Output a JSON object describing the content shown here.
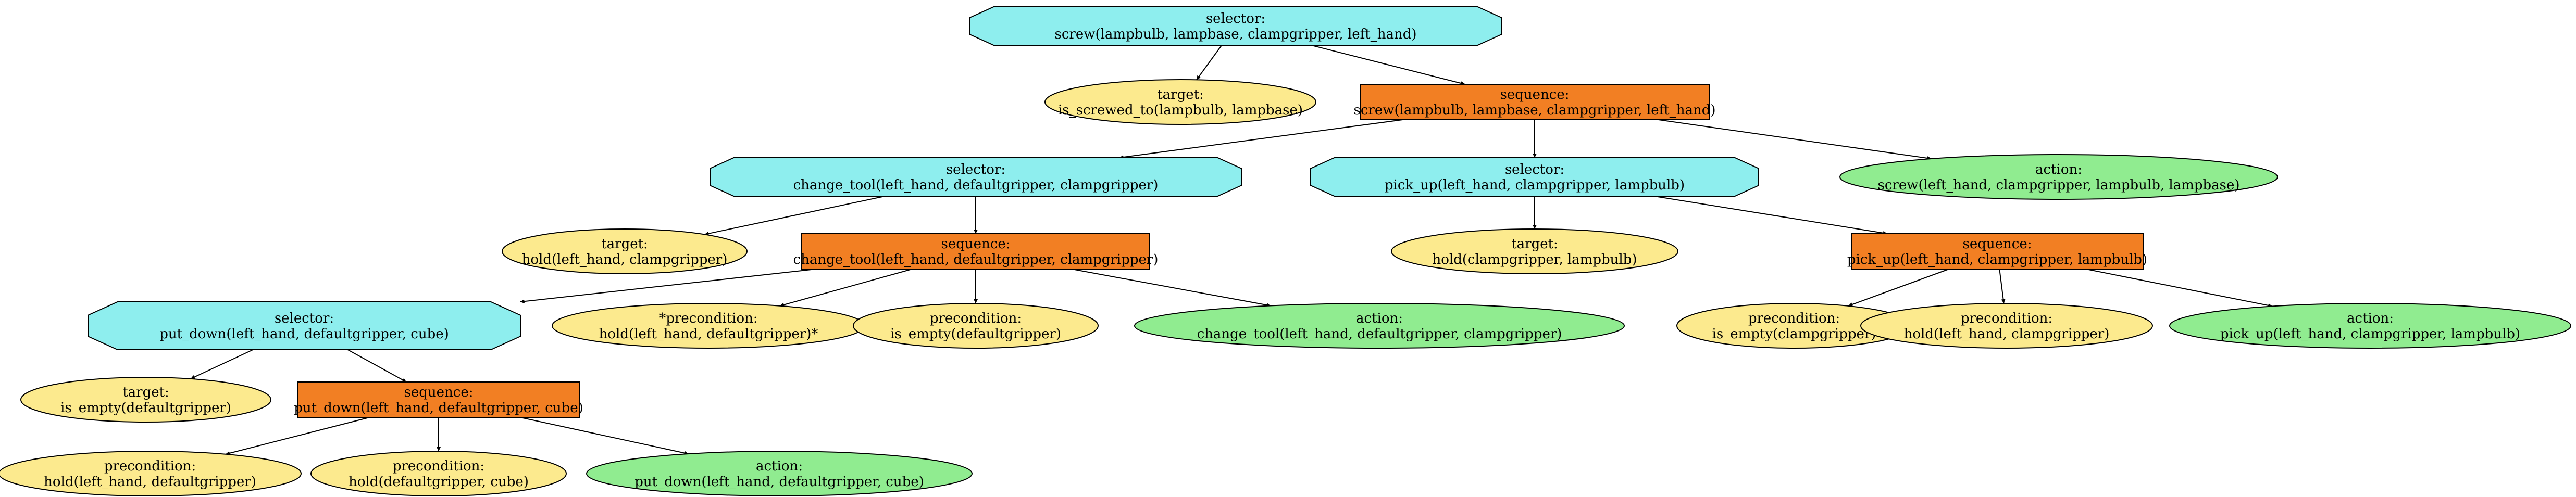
{
  "colors": {
    "selector": "#8eeeee",
    "sequence": "#f27f23",
    "condition": "#fcea8e",
    "action": "#90ec90"
  },
  "nodes": {
    "sel_root": {
      "kind": "selector",
      "l1": "selector:",
      "l2": "screw(lampbulb, lampbase, clampgripper, left_hand)"
    },
    "tgt_root": {
      "kind": "condition",
      "l1": "target:",
      "l2": "is_screwed_to(lampbulb, lampbase)"
    },
    "seq_root": {
      "kind": "sequence",
      "l1": "sequence:",
      "l2": "screw(lampbulb, lampbase, clampgripper, left_hand)"
    },
    "sel_ct": {
      "kind": "selector",
      "l1": "selector:",
      "l2": "change_tool(left_hand, defaultgripper, clampgripper)"
    },
    "sel_pu": {
      "kind": "selector",
      "l1": "selector:",
      "l2": "pick_up(left_hand, clampgripper, lampbulb)"
    },
    "act_screw": {
      "kind": "action",
      "l1": "action:",
      "l2": "screw(left_hand, clampgripper, lampbulb, lampbase)"
    },
    "tgt_ct": {
      "kind": "condition",
      "l1": "target:",
      "l2": "hold(left_hand, clampgripper)"
    },
    "seq_ct": {
      "kind": "sequence",
      "l1": "sequence:",
      "l2": "change_tool(left_hand, defaultgripper, clampgripper)"
    },
    "tgt_pu": {
      "kind": "condition",
      "l1": "target:",
      "l2": "hold(clampgripper, lampbulb)"
    },
    "seq_pu": {
      "kind": "sequence",
      "l1": "sequence:",
      "l2": "pick_up(left_hand, clampgripper, lampbulb)"
    },
    "sel_pd": {
      "kind": "selector",
      "l1": "selector:",
      "l2": "put_down(left_hand, defaultgripper, cube)"
    },
    "pre_ct1": {
      "kind": "condition",
      "l1": "*precondition:",
      "l2": "hold(left_hand, defaultgripper)*"
    },
    "pre_ct2": {
      "kind": "condition",
      "l1": "precondition:",
      "l2": "is_empty(defaultgripper)"
    },
    "act_ct": {
      "kind": "action",
      "l1": "action:",
      "l2": "change_tool(left_hand, defaultgripper, clampgripper)"
    },
    "pre_pu1": {
      "kind": "condition",
      "l1": "precondition:",
      "l2": "is_empty(clampgripper)"
    },
    "pre_pu2": {
      "kind": "condition",
      "l1": "precondition:",
      "l2": "hold(left_hand, clampgripper)"
    },
    "act_pu": {
      "kind": "action",
      "l1": "action:",
      "l2": "pick_up(left_hand, clampgripper, lampbulb)"
    },
    "tgt_pd": {
      "kind": "condition",
      "l1": "target:",
      "l2": "is_empty(defaultgripper)"
    },
    "seq_pd": {
      "kind": "sequence",
      "l1": "sequence:",
      "l2": "put_down(left_hand, defaultgripper, cube)"
    },
    "pre_pd1": {
      "kind": "condition",
      "l1": "precondition:",
      "l2": "hold(left_hand, defaultgripper)"
    },
    "pre_pd2": {
      "kind": "condition",
      "l1": "precondition:",
      "l2": "hold(defaultgripper, cube)"
    },
    "act_pd": {
      "kind": "action",
      "l1": "action:",
      "l2": "put_down(left_hand, defaultgripper, cube)"
    }
  },
  "edges": [
    [
      "sel_root",
      "tgt_root"
    ],
    [
      "sel_root",
      "seq_root"
    ],
    [
      "seq_root",
      "sel_ct"
    ],
    [
      "seq_root",
      "sel_pu"
    ],
    [
      "seq_root",
      "act_screw"
    ],
    [
      "sel_ct",
      "tgt_ct"
    ],
    [
      "sel_ct",
      "seq_ct"
    ],
    [
      "sel_pu",
      "tgt_pu"
    ],
    [
      "sel_pu",
      "seq_pu"
    ],
    [
      "seq_ct",
      "sel_pd"
    ],
    [
      "seq_ct",
      "pre_ct1"
    ],
    [
      "seq_ct",
      "pre_ct2"
    ],
    [
      "seq_ct",
      "act_ct"
    ],
    [
      "seq_pu",
      "pre_pu1"
    ],
    [
      "seq_pu",
      "pre_pu2"
    ],
    [
      "seq_pu",
      "act_pu"
    ],
    [
      "sel_pd",
      "tgt_pd"
    ],
    [
      "sel_pd",
      "seq_pd"
    ],
    [
      "seq_pd",
      "pre_pd1"
    ],
    [
      "seq_pd",
      "pre_pd2"
    ],
    [
      "seq_pd",
      "act_pd"
    ]
  ]
}
